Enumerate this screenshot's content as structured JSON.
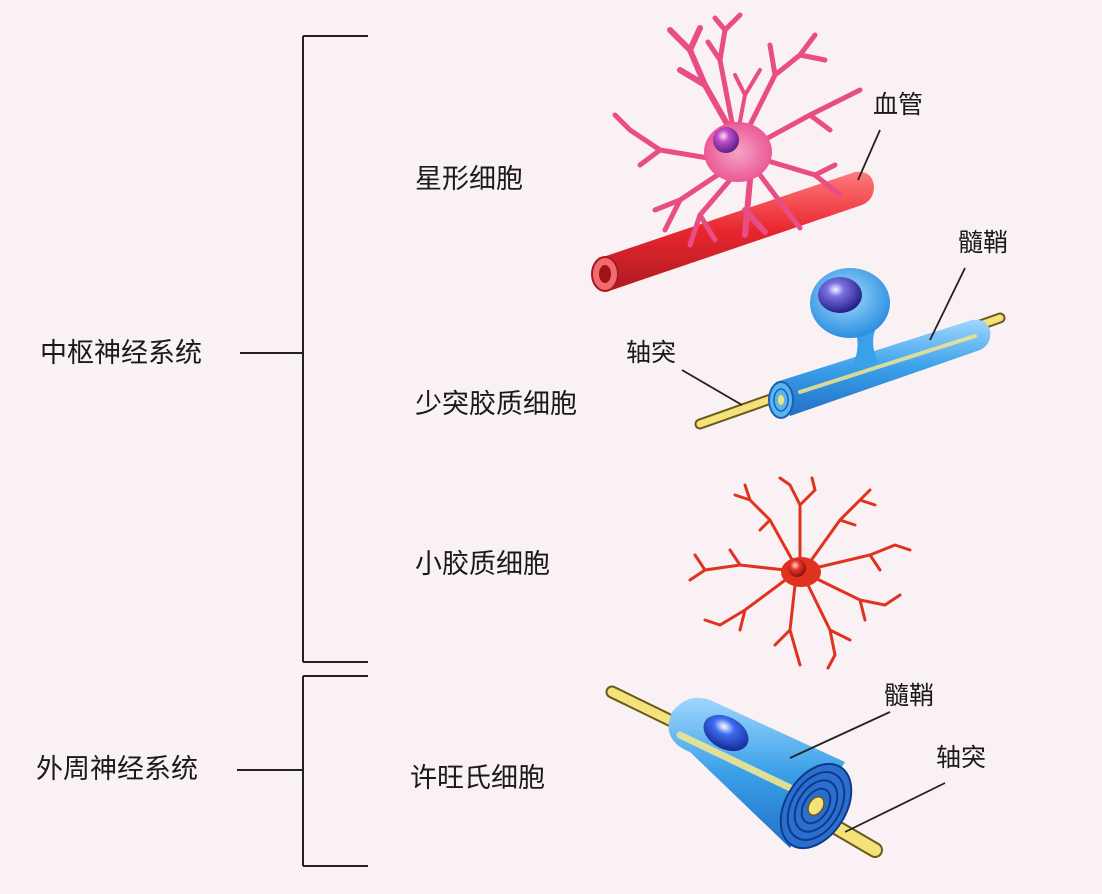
{
  "groups": {
    "cns": "中枢神经系统",
    "pns": "外周神经系统"
  },
  "cells": {
    "astrocyte": "星形细胞",
    "oligodendrocyte": "少突胶质细胞",
    "microglia": "小胶质细胞",
    "schwann": "许旺氏细胞"
  },
  "callouts": {
    "blood_vessel": "血管",
    "myelin_1": "髓鞘",
    "axon_1": "轴突",
    "myelin_2": "髓鞘",
    "axon_2": "轴突"
  },
  "colors": {
    "background": "#f9f1f3",
    "astrocyte": "#e84d86",
    "vessel": "#e8262e",
    "glia_blue": "#3aa0e8",
    "microglia": "#e0331f",
    "axon": "#f5e27a",
    "line": "#222222"
  }
}
